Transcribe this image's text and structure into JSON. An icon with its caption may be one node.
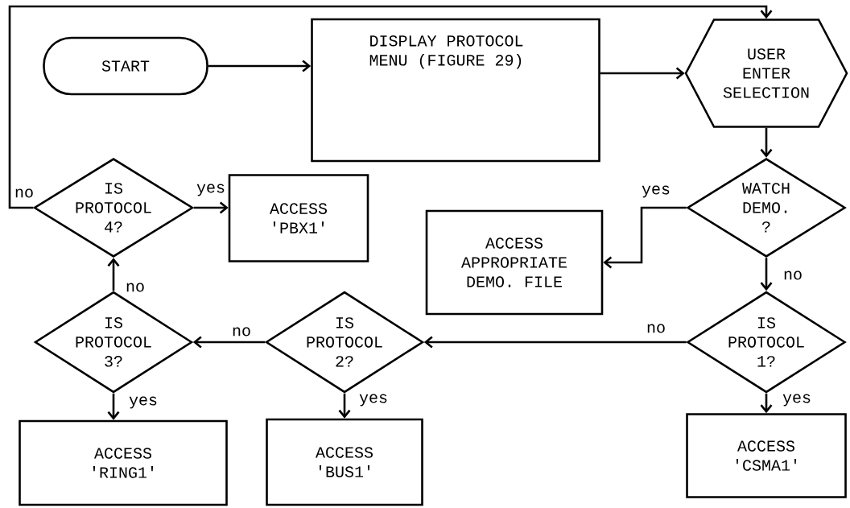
{
  "diagram": {
    "nodes": [
      {
        "text": [
          "START"
        ]
      },
      {
        "text": [
          "DISPLAY PROTOCOL MENU (FIGURE 29)"
        ]
      },
      {
        "text": [
          "USER ENTER SELECTION"
        ]
      },
      {
        "text": [
          "IS PROTOCOL 4?"
        ]
      },
      {
        "text": [
          "ACCESS 'PBX1'"
        ]
      },
      {
        "text": [
          "WATCH DEMO. ?"
        ]
      },
      {
        "text": [
          "ACCESS APPROPRIATE DEMO. FILE"
        ]
      },
      {
        "text": [
          "IS PROTOCOL 3?"
        ]
      },
      {
        "text": [
          "IS PROTOCOL 2?"
        ]
      },
      {
        "text": [
          "IS PROTOCOL 1?"
        ]
      },
      {
        "text": [
          "ACCESS 'RING1'"
        ]
      },
      {
        "text": [
          "ACCESS 'BUS1'"
        ]
      },
      {
        "text": [
          "ACCESS 'CSMA1'"
        ]
      }
    ],
    "edges": [
      {
        "from": 0,
        "to": 1,
        "arrow": "to"
      },
      {
        "from": 1,
        "to": 2,
        "arrow": "to"
      },
      {
        "from": 3,
        "to": 4,
        "arrow": "to",
        "label": "yes"
      },
      {
        "from": 3,
        "to": 2,
        "arrow": "to",
        "label": "no"
      },
      {
        "from": 2,
        "to": 5,
        "arrow": "to"
      },
      {
        "from": 5,
        "to": 6,
        "arrow": "to",
        "label": "yes"
      },
      {
        "from": 5,
        "to": 9,
        "arrow": "to",
        "label": "no"
      },
      {
        "from": 9,
        "to": 8,
        "arrow": "to",
        "label": "no"
      },
      {
        "from": 9,
        "to": 12,
        "arrow": "to",
        "label": "yes"
      },
      {
        "from": 8,
        "to": 7,
        "arrow": "to",
        "label": "no"
      },
      {
        "from": 8,
        "to": 11,
        "arrow": "to",
        "label": "yes"
      },
      {
        "from": 7,
        "to": 3,
        "arrow": "to",
        "label": "no"
      },
      {
        "from": 7,
        "to": 10,
        "arrow": "to",
        "label": "yes"
      }
    ]
  }
}
